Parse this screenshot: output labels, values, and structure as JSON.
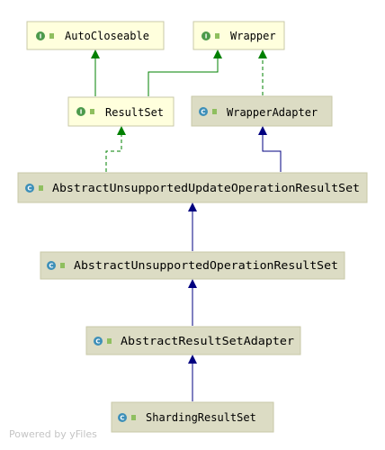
{
  "diagram": {
    "nodes": {
      "autocloseable": {
        "label": "AutoCloseable",
        "kind": "interface",
        "badge": "I"
      },
      "wrapper": {
        "label": "Wrapper",
        "kind": "interface",
        "badge": "I"
      },
      "resultset": {
        "label": "ResultSet",
        "kind": "interface",
        "badge": "I"
      },
      "wrapper_adapter": {
        "label": "WrapperAdapter",
        "kind": "class",
        "badge": "C"
      },
      "abstract_unsupported_update": {
        "label": "AbstractUnsupportedUpdateOperationResultSet",
        "kind": "abstract-class",
        "badge": "C"
      },
      "abstract_unsupported_operation": {
        "label": "AbstractUnsupportedOperationResultSet",
        "kind": "abstract-class",
        "badge": "C"
      },
      "abstract_resultset_adapter": {
        "label": "AbstractResultSetAdapter",
        "kind": "abstract-class",
        "badge": "C"
      },
      "sharding_resultset": {
        "label": "ShardingResultSet",
        "kind": "class",
        "badge": "C"
      }
    },
    "colors": {
      "interface_fill": "#ffffdd",
      "class_fill": "#dcdcc4",
      "node_border": "#c9c9a8",
      "interface_badge": "#4c9a4c",
      "class_badge": "#3d8fb8",
      "extends_edge": "#000080",
      "interface_edge": "#008000"
    }
  },
  "watermark": "Powered by yFiles"
}
